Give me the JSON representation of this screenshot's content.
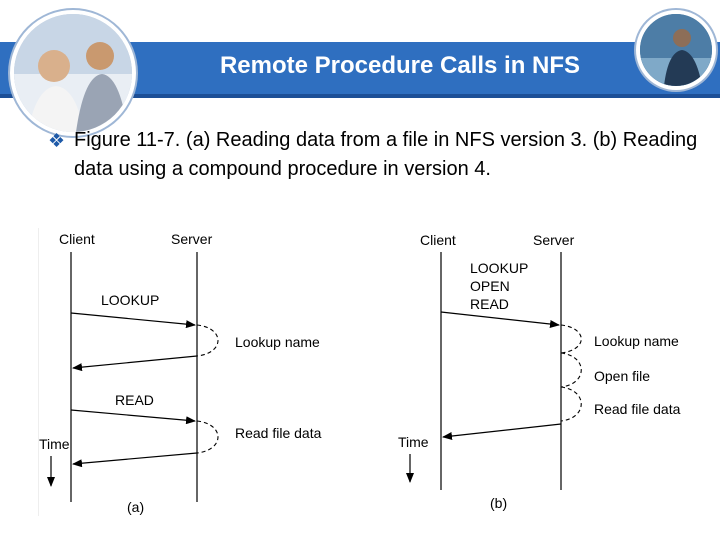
{
  "slide": {
    "title": "Remote Procedure Calls in NFS",
    "caption": "Figure 11-7. (a) Reading data from a file in NFS version 3. (b) Reading data using a compound procedure in version 4."
  },
  "diagram_a": {
    "client_label": "Client",
    "server_label": "Server",
    "time_label": "Time",
    "panel_label": "(a)",
    "request1": "LOOKUP",
    "server_action1": "Lookup name",
    "request2": "READ",
    "server_action2": "Read file data"
  },
  "diagram_b": {
    "client_label": "Client",
    "server_label": "Server",
    "time_label": "Time",
    "panel_label": "(b)",
    "request_line1": "LOOKUP",
    "request_line2": "OPEN",
    "request_line3": "READ",
    "server_action1": "Lookup name",
    "server_action2": "Open file",
    "server_action3": "Read file data"
  },
  "colors": {
    "title_bar": "#2f6fc0",
    "bullet": "#1e5aa8"
  }
}
